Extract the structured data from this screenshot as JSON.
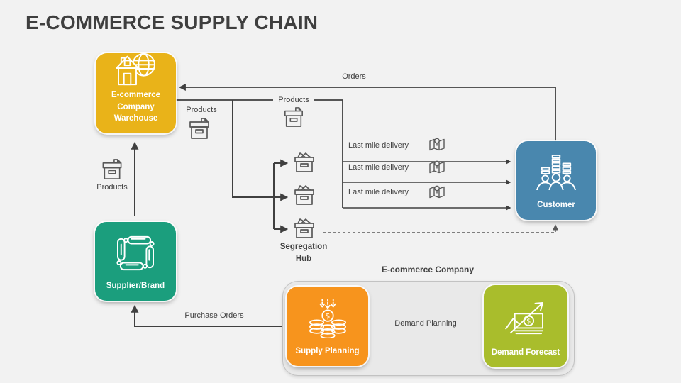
{
  "title": "E-COMMERCE SUPPLY CHAIN",
  "nodes": {
    "warehouse": {
      "label": "E-commerce Company Warehouse",
      "color": "#E9B319",
      "icon": "warehouse-globe-icon"
    },
    "supplier": {
      "label": "Supplier/Brand",
      "color": "#1B9E7D",
      "icon": "conveyor-machine-icon"
    },
    "customer": {
      "label": "Customer",
      "color": "#4987AE",
      "icon": "customers-bars-icon"
    },
    "supply_planning": {
      "label": "Supply Planning",
      "color": "#F7941D",
      "icon": "coin-stacks-icon"
    },
    "demand_forecast": {
      "label": "Demand Forecast",
      "color": "#A9BD2C",
      "icon": "money-growth-icon"
    }
  },
  "group": {
    "label": "E-commerce Company",
    "fill": "#E9E9E9",
    "border": "#C2C2C2"
  },
  "flow_labels": {
    "orders": "Orders",
    "products_from_warehouse": "Products",
    "products_to_hub": "Products",
    "products_from_supplier": "Products",
    "last_mile_1": "Last mile delivery",
    "last_mile_2": "Last mile delivery",
    "last_mile_3": "Last mile delivery",
    "segregation_hub": "Segregation Hub",
    "purchase_orders": "Purchase Orders",
    "demand_planning": "Demand Planning"
  },
  "colors": {
    "background": "#F2F2F2",
    "title_text": "#3F3F3F",
    "label_text": "#404040",
    "connector": "#404040",
    "dashed_connector": "#595959",
    "parcel_icon_stroke": "#595959"
  }
}
